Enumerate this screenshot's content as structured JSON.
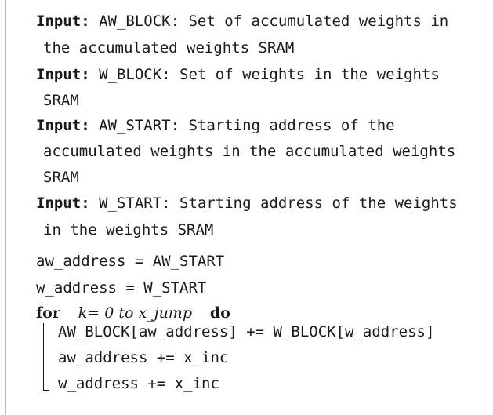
{
  "inputs": [
    {
      "keyword": "Input:",
      "text": " AW_BLOCK: Set of accumulated weights in",
      "continuations": [
        "the accumulated weights SRAM"
      ]
    },
    {
      "keyword": "Input:",
      "text": " W_BLOCK: Set of weights in the weights",
      "continuations": [
        "SRAM"
      ]
    },
    {
      "keyword": "Input:",
      "text": " AW_START: Starting address of the",
      "continuations": [
        "accumulated weights in the accumulated weights",
        "SRAM"
      ]
    },
    {
      "keyword": "Input:",
      "text": " W_START: Starting address of the weights",
      "continuations": [
        "in the weights SRAM"
      ]
    }
  ],
  "assignments": [
    "aw_address = AW_START",
    "w_address = W_START"
  ],
  "loop": {
    "for_keyword": "for",
    "range": "k= 0 to x_jump",
    "do_keyword": "do",
    "body": [
      "AW_BLOCK[aw_address] += W_BLOCK[w_address]",
      "aw_address += x_inc",
      "w_address += x_inc"
    ]
  }
}
